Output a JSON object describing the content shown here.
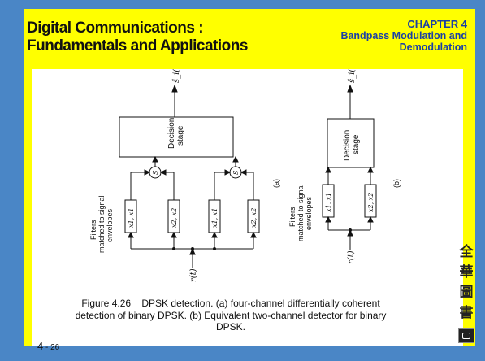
{
  "header": {
    "title_line1": "Digital Communications :",
    "title_line2": "Fundamentals and Applications",
    "chapter_label": "CHAPTER 4",
    "chapter_title_line1": "Bandpass Modulation and",
    "chapter_title_line2": "Demodulation"
  },
  "diagram_a": {
    "output_label": "ŝ_i(t)",
    "decision_line1": "Decision",
    "decision_line2": "stage",
    "sum_symbol": "S",
    "filter_labels": [
      "x1, x1",
      "x2, x2",
      "x1, x1",
      "x2, x2"
    ],
    "side_label_line1": "Filters",
    "side_label_line2": "matched to signal",
    "side_label_line3": "envelopes",
    "input_label": "r(t)",
    "panel_label": "(a)"
  },
  "diagram_b": {
    "output_label": "ŝ_i(t)",
    "decision_line1": "Decision",
    "decision_line2": "stage",
    "filter_labels": [
      "x1, x1",
      "x2, x2"
    ],
    "side_label_line1": "Filters",
    "side_label_line2": "matched to signal",
    "side_label_line3": "envelopes",
    "input_label": "r(t)",
    "panel_label": "(b)"
  },
  "caption": {
    "line1": "Figure 4.26    DPSK detection. (a) four-channel differentially coherent",
    "line2": "detection of binary DPSK. (b) Equivalent two-channel detector for binary",
    "line3": "DPSK."
  },
  "footer": {
    "page_number": "4",
    "page_suffix": " - 26"
  },
  "logo": {
    "chars": [
      "全",
      "華",
      "圖",
      "書"
    ],
    "icon": "publisher-chip-icon"
  },
  "colors": {
    "background": "#4a86c6",
    "banner": "#ffff00",
    "chapter_text": "#1a3fa6"
  }
}
